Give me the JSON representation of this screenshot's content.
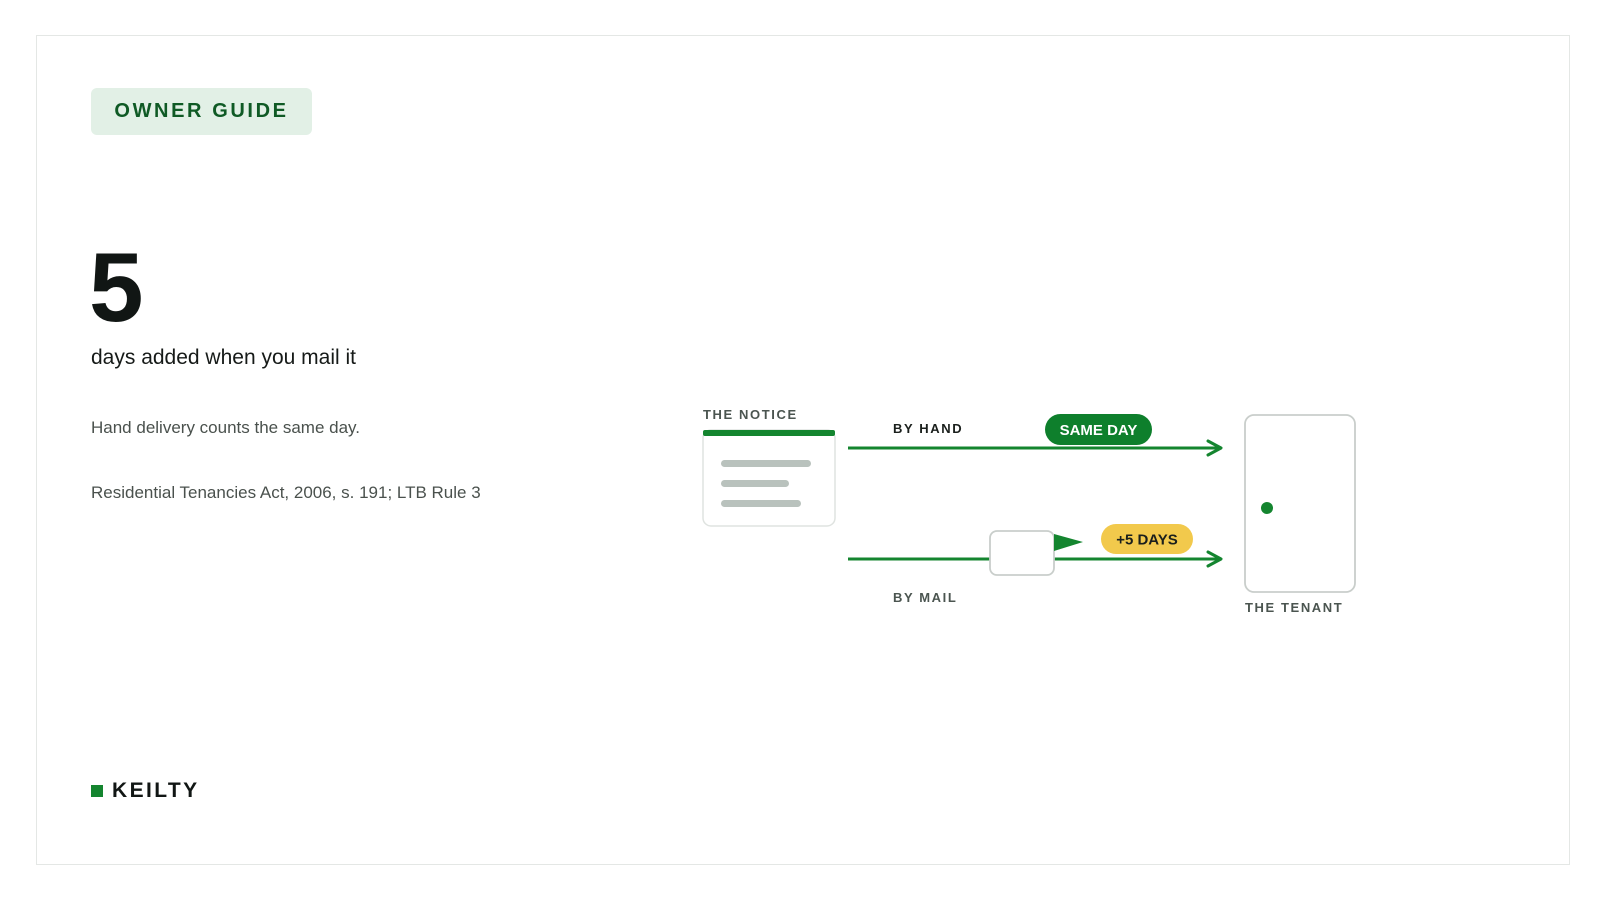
{
  "tag": {
    "label": "OWNER GUIDE"
  },
  "headline": {
    "number": "5",
    "caption": "days added when you mail it"
  },
  "note": "Hand delivery counts the same day.",
  "citation": "Residential Tenancies Act, 2006, s. 191; LTB Rule 3",
  "diagram": {
    "notice_label": "THE NOTICE",
    "tenant_label": "THE TENANT",
    "routes": [
      {
        "label": "BY HAND",
        "badge": "SAME DAY",
        "badge_color": "#0e7f2c"
      },
      {
        "label": "BY MAIL",
        "badge": "+5 DAYS",
        "badge_color": "#f2c94c"
      }
    ],
    "colors": {
      "accent": "#14852f",
      "line_gray": "#b9c2bd",
      "border_gray": "#c9cecb"
    }
  },
  "brand": {
    "name": "KEILTY",
    "icon": "green-square-icon"
  }
}
